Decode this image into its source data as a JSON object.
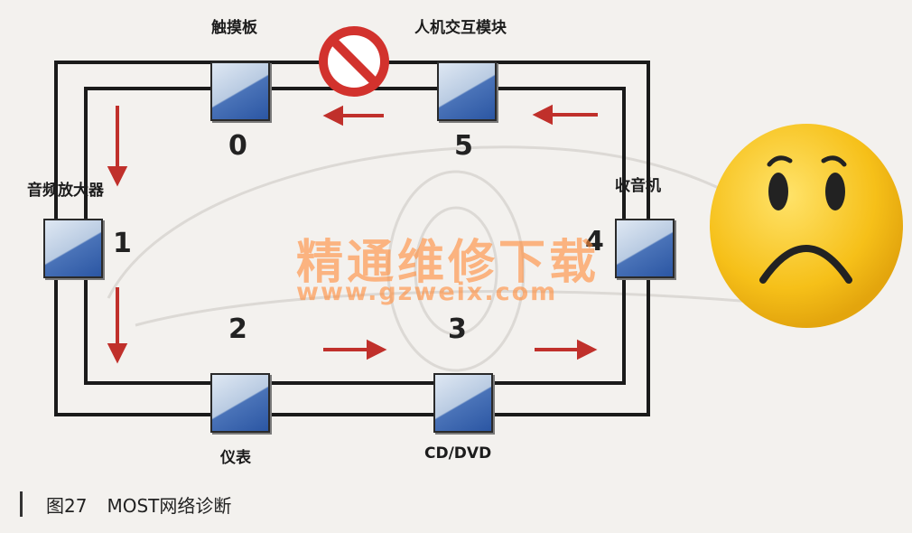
{
  "diagram": {
    "nodes": [
      {
        "label": "触摸板",
        "number": "0"
      },
      {
        "label": "音频放大器",
        "number": "1"
      },
      {
        "label": "仪表",
        "number": "2"
      },
      {
        "label": "CD/DVD",
        "number": "3"
      },
      {
        "label": "收音机",
        "number": "4"
      },
      {
        "label": "人机交互模块",
        "number": "5"
      }
    ],
    "flow_direction": "counter-clockwise",
    "ring_status": "interrupted between 5 and 0",
    "prohibited_icon": "no-entry-icon",
    "face_icon": "sad-face-icon",
    "colors": {
      "arrow": "#c0302b",
      "ring": "#1a1a1a",
      "module_light": "#d6e2f0",
      "module_dark": "#2d5aa8",
      "prohibited": "#d2322d",
      "face": "#f6c019"
    }
  },
  "watermark": {
    "title": "精通维修下载",
    "url": "www.gzweix.com"
  },
  "caption": {
    "number": "图27",
    "text": "MOST网络诊断"
  }
}
